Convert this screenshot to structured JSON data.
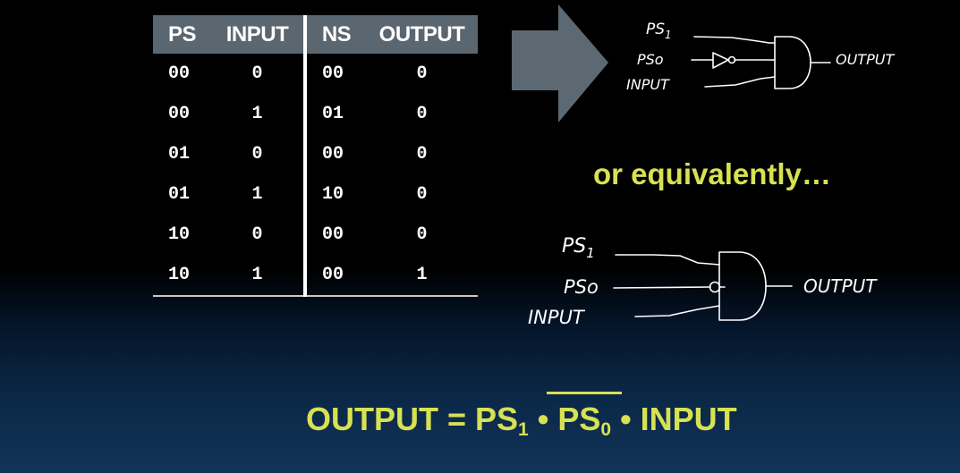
{
  "table": {
    "headers": [
      "PS",
      "INPUT",
      "NS",
      "OUTPUT"
    ],
    "rows": [
      [
        "00",
        "0",
        "00",
        "0"
      ],
      [
        "00",
        "1",
        "01",
        "0"
      ],
      [
        "01",
        "0",
        "00",
        "0"
      ],
      [
        "01",
        "1",
        "10",
        "0"
      ],
      [
        "10",
        "0",
        "00",
        "0"
      ],
      [
        "10",
        "1",
        "00",
        "1"
      ]
    ]
  },
  "circuit_top": {
    "ps1": "PS",
    "ps1_sub": "1",
    "ps0": "PSo",
    "input": "INPUT",
    "output": "OUTPUT"
  },
  "equivalently": "or equivalently…",
  "circuit_bottom": {
    "ps1": "PS",
    "ps1_sub": "1",
    "ps0": "PSo",
    "input": "INPUT",
    "output": "OUTPUT"
  },
  "equation": {
    "lhs": "OUTPUT = PS",
    "sub1": "1",
    "dot1": " • ",
    "ps0": "PS",
    "sub0": "0",
    "rest": " • INPUT"
  },
  "colors": {
    "accent": "#d7e152",
    "table_header": "#5a6670",
    "arrow": "#5d6972"
  }
}
